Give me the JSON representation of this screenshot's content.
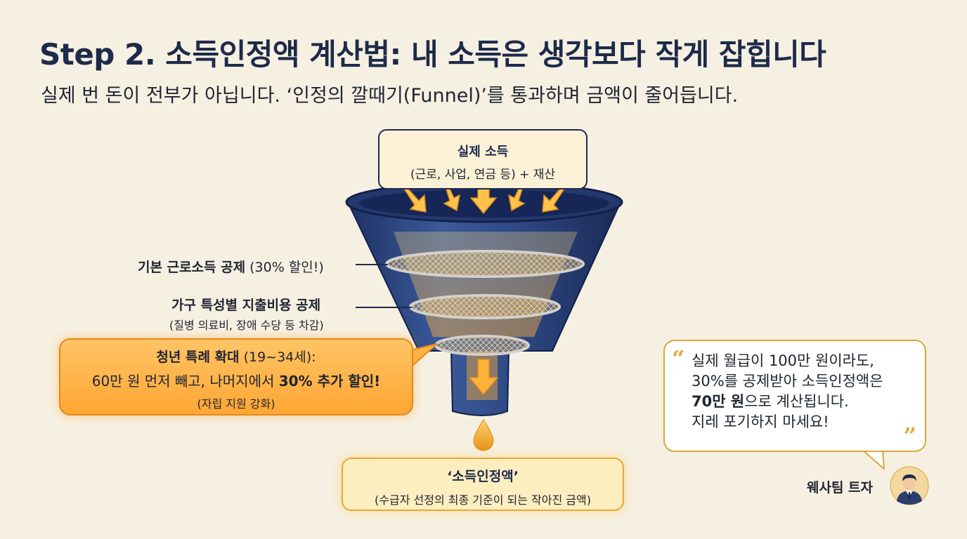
{
  "header": {
    "title": "Step 2. 소득인정액 계산법: 내 소득은 생각보다 작게 잡힙니다",
    "subtitle": "실제 번 돈이 전부가 아닙니다. ‘인정의 깔때기(Funnel)’를 통과하며 금액이 줄어듭니다."
  },
  "input": {
    "title": "실제 소득",
    "detail": "(근로, 사업, 연금 등) + 재산"
  },
  "filters": {
    "f1_bold": "기본 근로소득 공제",
    "f1_rest": " (30% 할인!)",
    "f2_title": "가구 특성별 지출비용 공제",
    "f2_detail": "(질병 의료비, 장애 수당 등 차감)"
  },
  "youth": {
    "line1_bold": "청년 특례 확대",
    "line1_rest": " (19~34세):",
    "line2_pre": "60만 원 먼저 빼고, 나머지에서 ",
    "line2_bold": "30% 추가 할인!",
    "line3": "(자립 지원 강화)"
  },
  "result": {
    "title": "‘소득인정액’",
    "detail": "(수급자 선정의 최종 기준이 되는 작아진 금액)"
  },
  "quote": {
    "line1": "실제 월급이 100만 원이라도,",
    "line2": "30%를 공제받아 소득인정액은",
    "line3_bold": "70만 원",
    "line3_rest": "으로 계산됩니다.",
    "line4": "지레 포기하지 마세요!",
    "open_mark": "“",
    "close_mark": "”"
  },
  "author": {
    "name": "웨사팀 트자",
    "icon": "person-avatar-icon"
  },
  "colors": {
    "navy": "#1d2a4a",
    "funnel": "#2f4a86",
    "accent_orange": "#ffa633",
    "gold": "#e6a93a"
  }
}
